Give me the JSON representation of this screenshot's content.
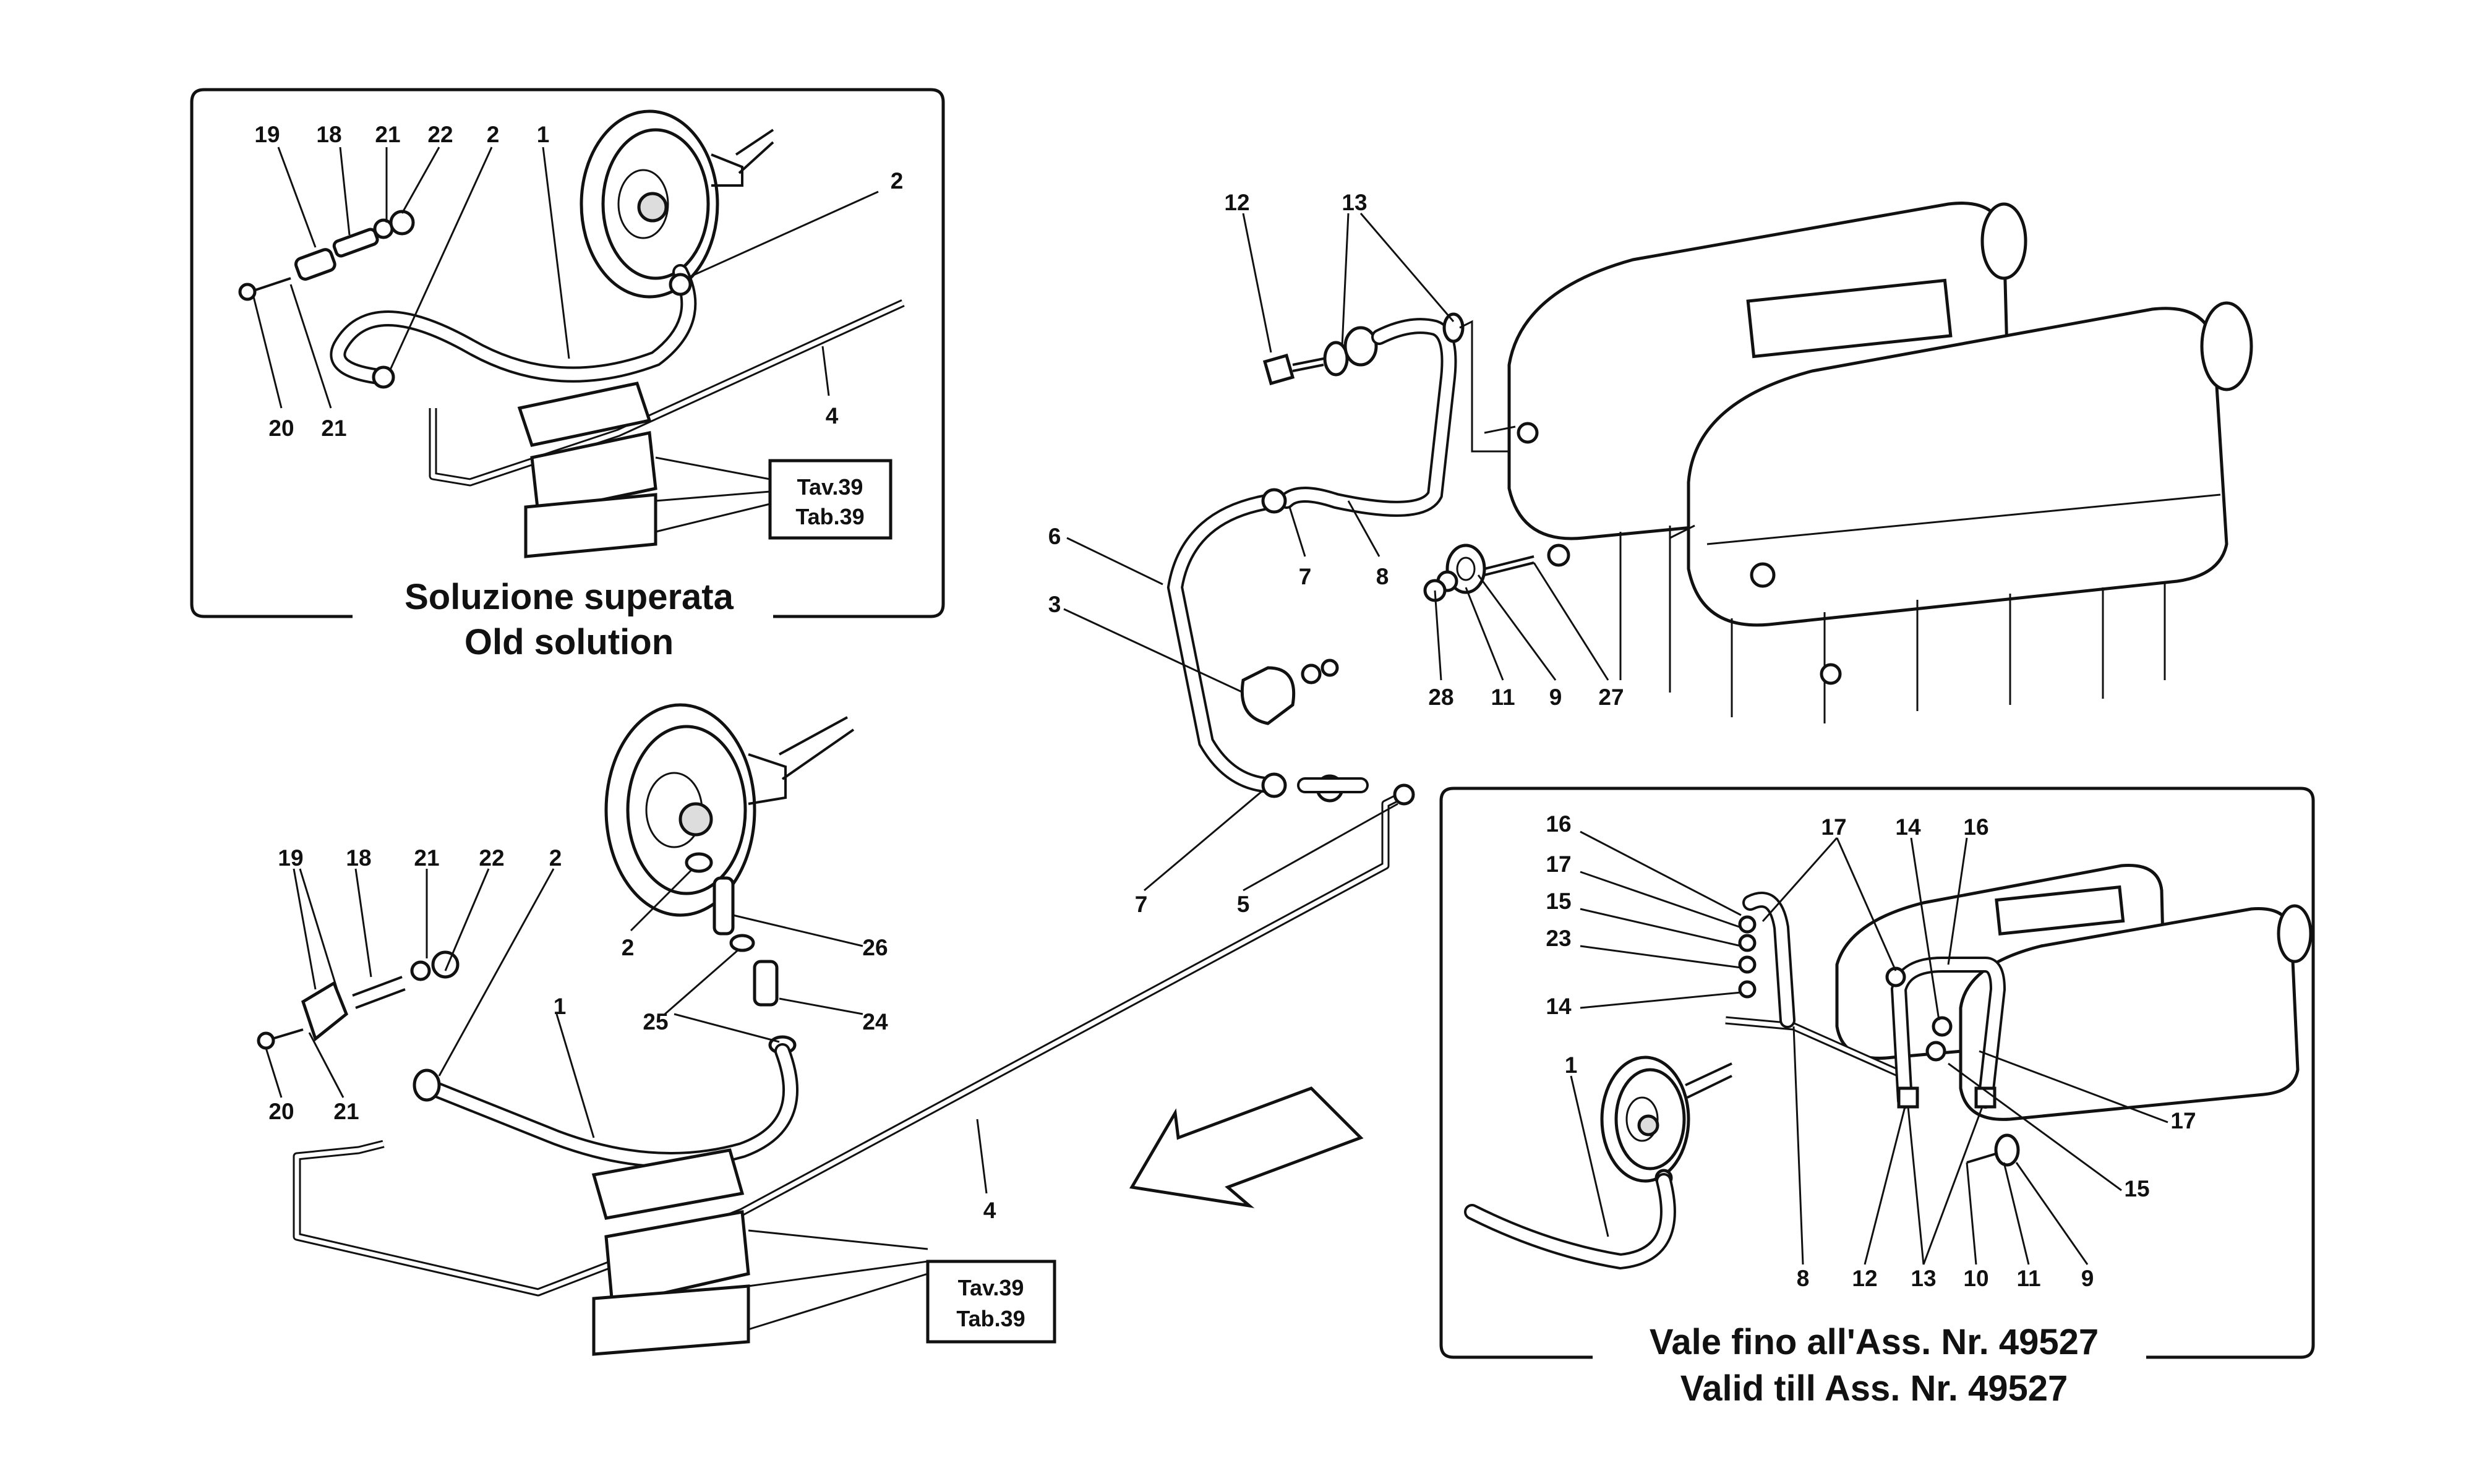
{
  "panels": {
    "old": {
      "caption_1": "Soluzione superata",
      "caption_2": "Old solution"
    },
    "valid": {
      "caption_1": "Vale fino all'Ass. Nr. 49527",
      "caption_2": "Valid till Ass. Nr. 49527"
    }
  },
  "refs": {
    "old": {
      "tav": "Tav.39",
      "tab": "Tab.39"
    },
    "main": {
      "tav": "Tav.39",
      "tab": "Tab.39"
    }
  },
  "callouts": {
    "old": {
      "c19": "19",
      "c18": "18",
      "c21a": "21",
      "c22": "22",
      "c2a": "2",
      "c1": "1",
      "c2b": "2",
      "c20": "20",
      "c21b": "21",
      "c4": "4"
    },
    "main": {
      "c19": "19",
      "c18": "18",
      "c21a": "21",
      "c22": "22",
      "c2a": "2",
      "c2b": "2",
      "c26": "26",
      "c25": "25",
      "c24": "24",
      "c1": "1",
      "c20": "20",
      "c21b": "21",
      "c4": "4"
    },
    "center": {
      "c12": "12",
      "c13": "13",
      "c6": "6",
      "c7a": "7",
      "c8": "8",
      "c3": "3",
      "c28": "28",
      "c11": "11",
      "c9": "9",
      "c27": "27",
      "c7b": "7",
      "c5": "5"
    },
    "valid": {
      "c16a": "16",
      "c17a": "17",
      "c15a": "15",
      "c23": "23",
      "c14a": "14",
      "c17b": "17",
      "c14b": "14",
      "c16b": "16",
      "c1": "1",
      "c17c": "17",
      "c15b": "15",
      "c8": "8",
      "c12": "12",
      "c13": "13",
      "c10": "10",
      "c11": "11",
      "c9": "9"
    }
  }
}
